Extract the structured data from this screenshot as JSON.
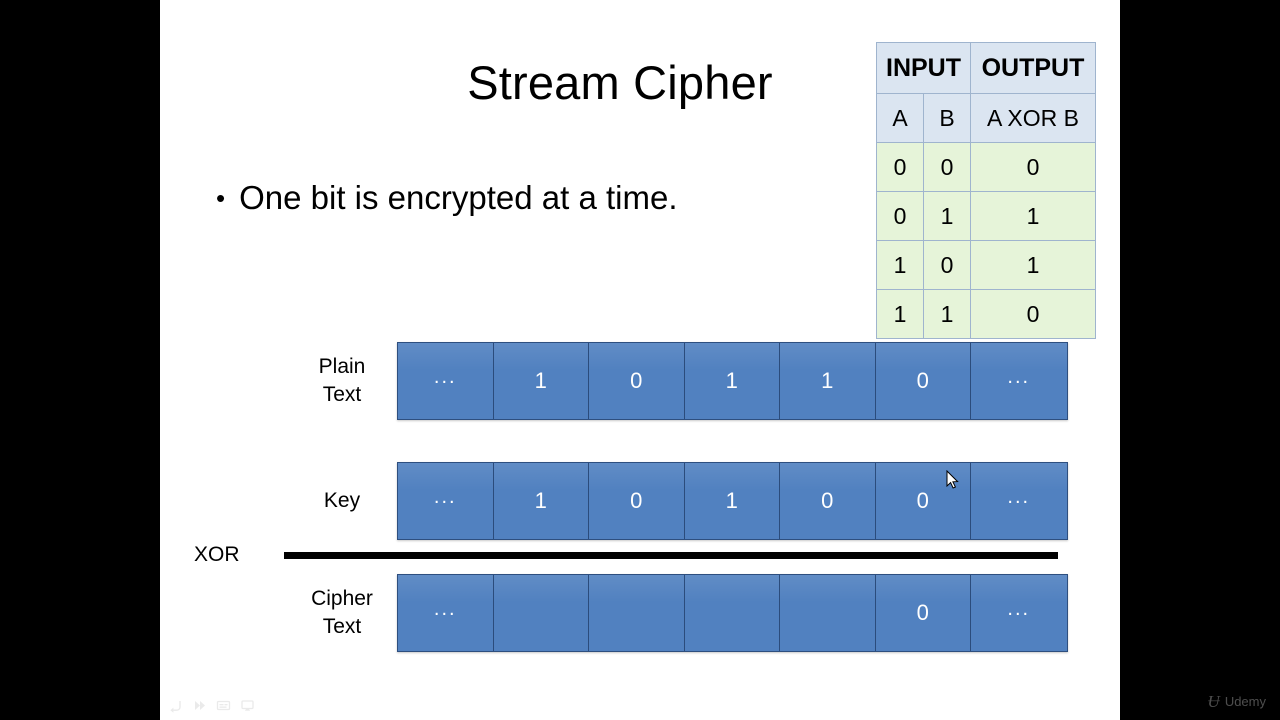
{
  "slide": {
    "title": "Stream Cipher",
    "bullet_marker": "•",
    "bullets": [
      "One bit is encrypted at a time."
    ]
  },
  "truth_table": {
    "group_headers": {
      "input": "INPUT",
      "output": "OUTPUT"
    },
    "column_headers": [
      "A",
      "B",
      "A XOR B"
    ],
    "rows": [
      [
        "0",
        "0",
        "0"
      ],
      [
        "0",
        "1",
        "1"
      ],
      [
        "1",
        "0",
        "1"
      ],
      [
        "1",
        "1",
        "0"
      ]
    ],
    "colors": {
      "header_background": "#dbe5f1",
      "cell_background": "#e6f4d9",
      "border": "#9fb4ce"
    }
  },
  "diagram": {
    "xor_label": "XOR",
    "cell_color": "#5181c0",
    "cell_border_color": "#2b4c7c",
    "rows": [
      {
        "label_line1": "Plain",
        "label_line2": "Text",
        "bits": [
          "...",
          "1",
          "0",
          "1",
          "1",
          "0",
          "..."
        ]
      },
      {
        "label_line1": "Key",
        "label_line2": "",
        "bits": [
          "...",
          "1",
          "0",
          "1",
          "0",
          "0",
          "..."
        ]
      },
      {
        "label_line1": "Cipher",
        "label_line2": "Text",
        "bits": [
          "...",
          "",
          "",
          "",
          "",
          "0",
          "..."
        ]
      }
    ]
  },
  "player": {
    "controls": [
      "rewind-icon",
      "fast-forward-icon",
      "captions-icon",
      "settings-icon"
    ]
  },
  "watermark": {
    "mark": "Ʉ",
    "text": "Udemy"
  }
}
